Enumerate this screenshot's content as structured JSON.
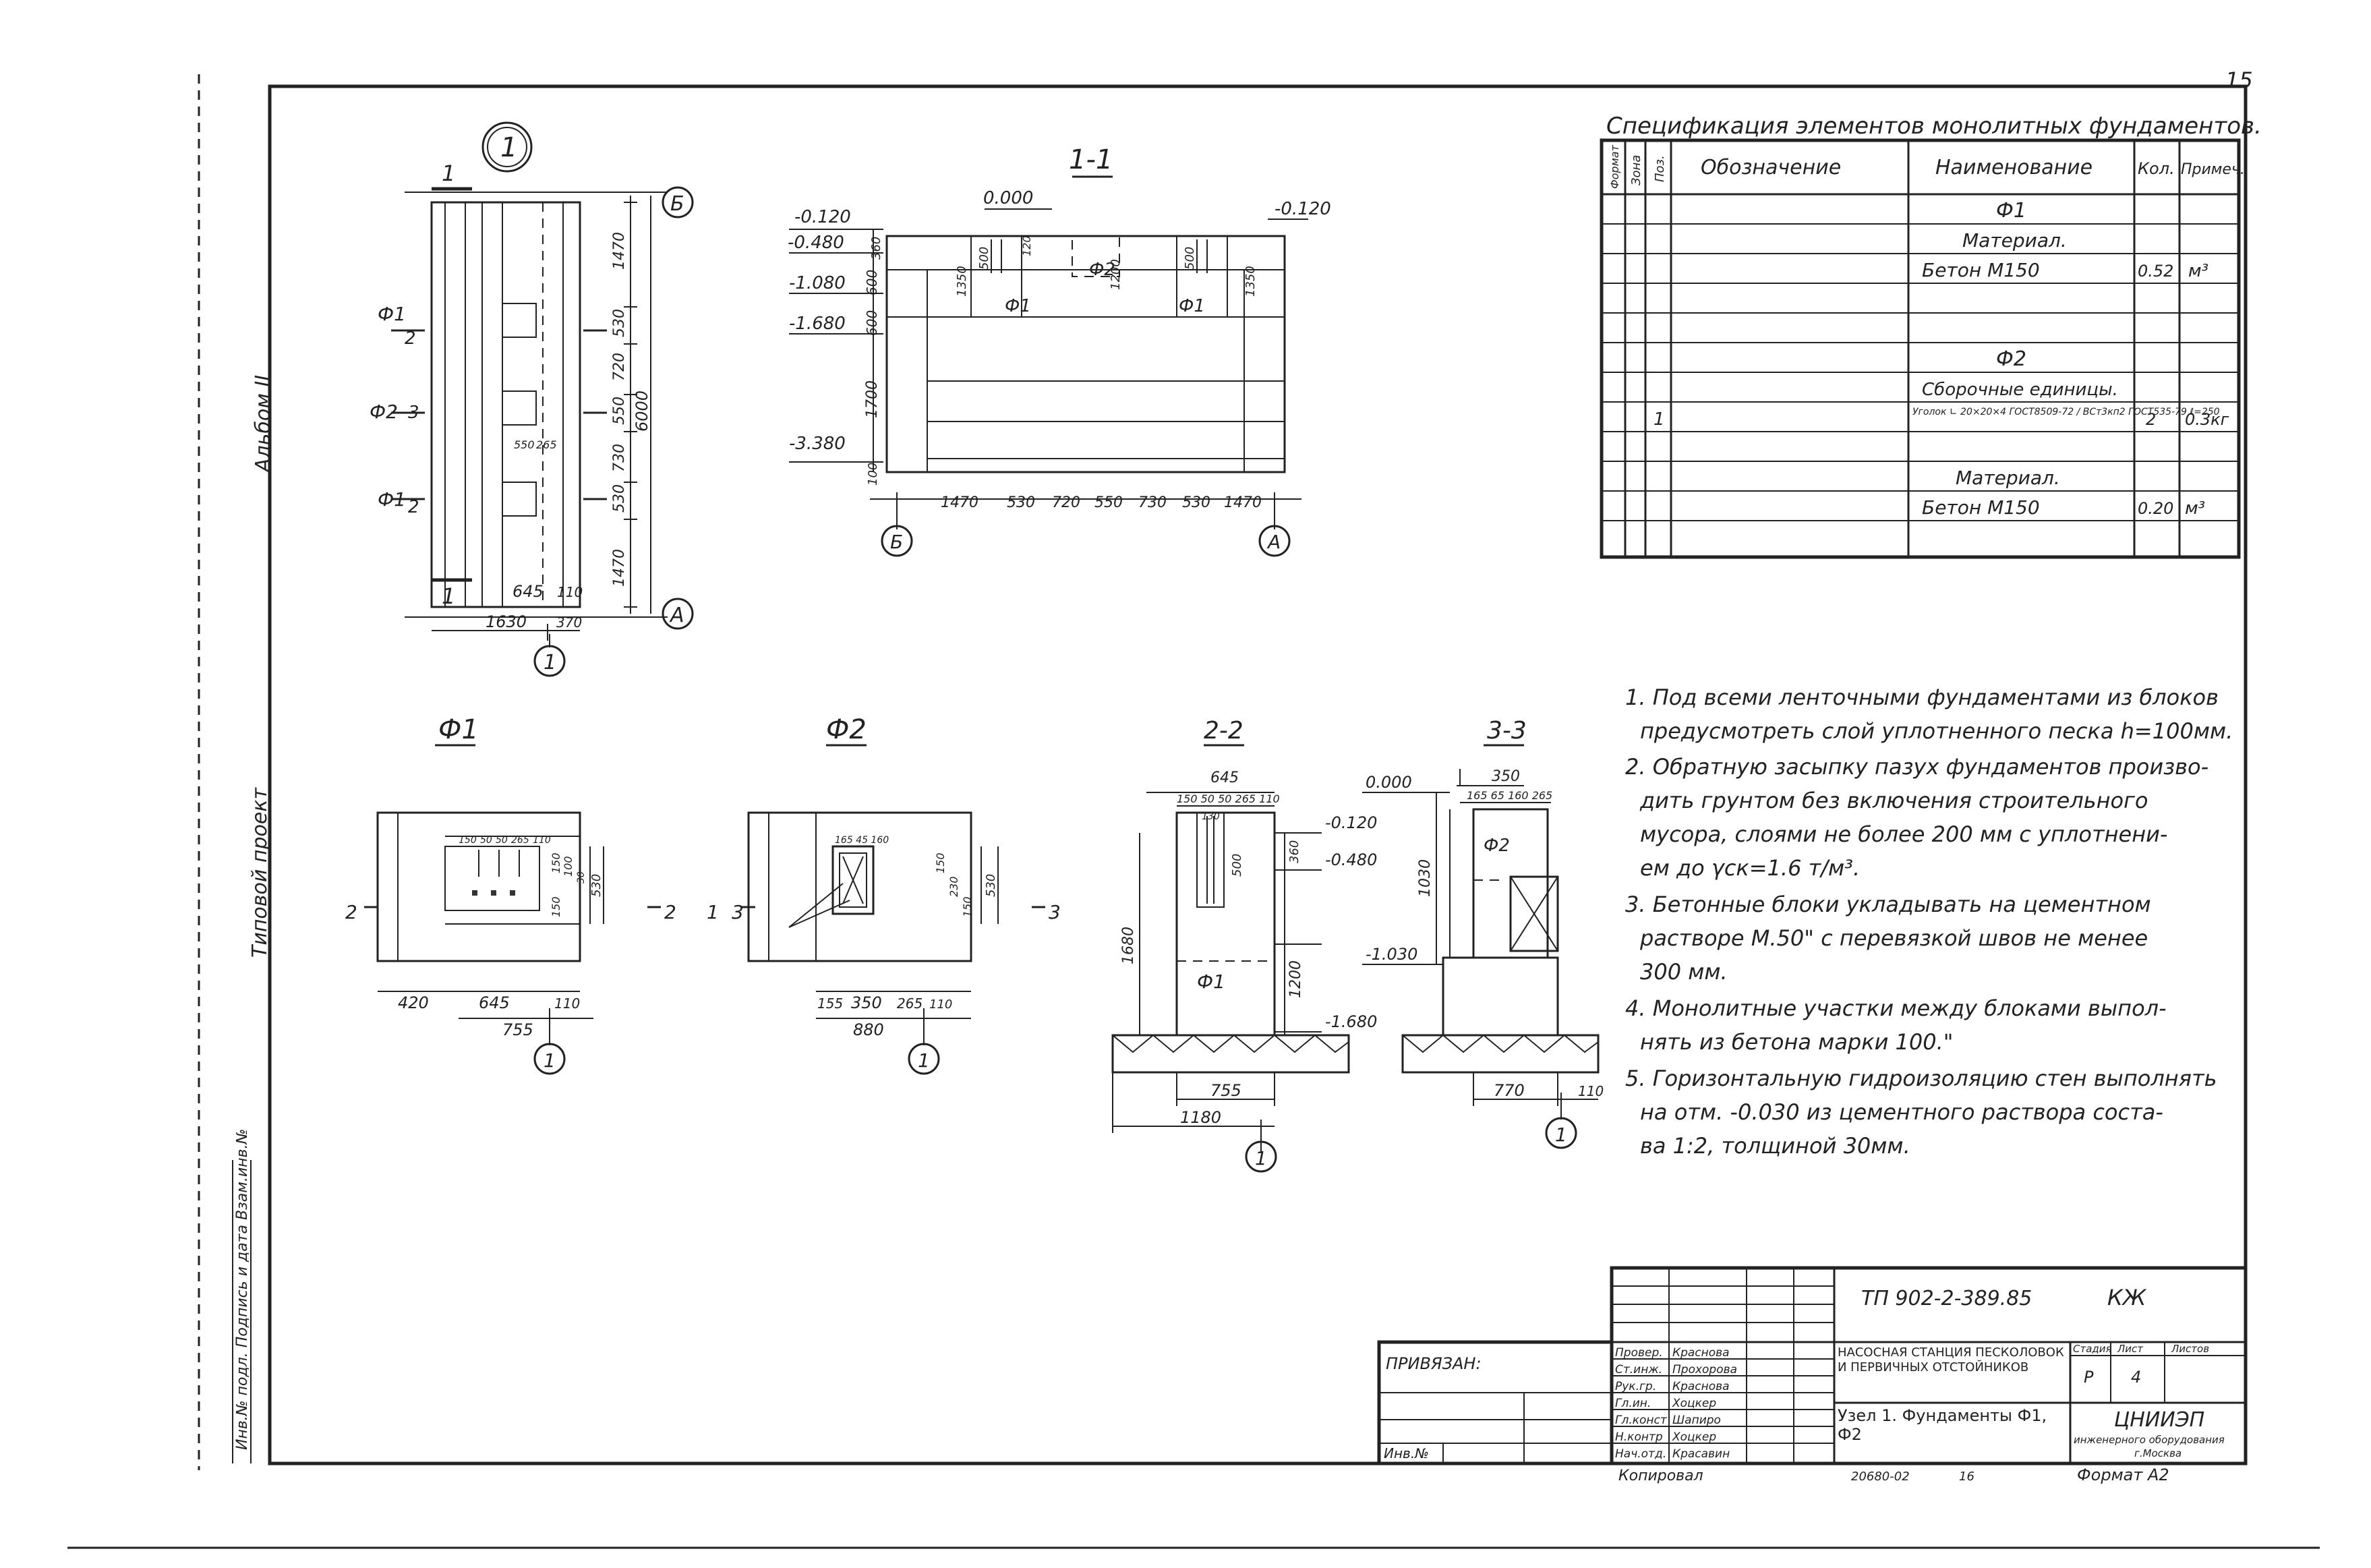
{
  "sheet": {
    "page_number": "15",
    "left_margin_labels": [
      "Альбом II",
      "Типовой проект",
      "Инв.№ подл. Подпись и дата Взам.инв.№"
    ]
  },
  "plan": {
    "marker": "1",
    "section_mark": "1",
    "axis_top": "Б",
    "axis_bottom": "А",
    "axis_col": "1",
    "labels": [
      "Ф1",
      "2",
      "Ф2",
      "3",
      "Ф1",
      "2"
    ],
    "right_dims": [
      "1470",
      "530",
      "720",
      "550",
      "730",
      "530",
      "1470"
    ],
    "total": "6000",
    "small_dims": [
      "550",
      "265"
    ],
    "bottom_dims": [
      "645",
      "110"
    ],
    "overall_dims": [
      "1630",
      "370"
    ]
  },
  "section11": {
    "title": "1-1",
    "levels": [
      "-0.120",
      "-0.480",
      "-1.080",
      "-1.680",
      "-3.380"
    ],
    "top_level": "0.000",
    "right_level": "-0.120",
    "vert_dims": [
      "360",
      "600",
      "600",
      "1700",
      "100"
    ],
    "inner_dims": [
      "1350",
      "500",
      "120",
      "1200",
      "500",
      "1350"
    ],
    "labels": [
      "Ф1",
      "Ф2",
      "Ф1"
    ],
    "bottom_dims": [
      "1470",
      "530",
      "720",
      "550",
      "730",
      "530",
      "1470"
    ],
    "axis_left": "Б",
    "axis_right": "А"
  },
  "f1": {
    "title": "Ф1",
    "top_dims": [
      "150",
      "50",
      "50",
      "265",
      "110"
    ],
    "right_dims": [
      "150",
      "100",
      "150",
      "530",
      "30"
    ],
    "bottom_dims": [
      "420",
      "645",
      "110"
    ],
    "total": "755",
    "cut": "2",
    "axis": "1"
  },
  "f2": {
    "title": "Ф2",
    "top_dims": "165 45 160",
    "right_dims": [
      "150",
      "230",
      "150",
      "530"
    ],
    "bottom_dims": [
      "155",
      "350",
      "265",
      "110"
    ],
    "total": "880",
    "cut": "3",
    "side_label": "1",
    "axis": "1"
  },
  "section22": {
    "title": "2-2",
    "top_dim": "645",
    "sub_dims": "150 50 50 265 110",
    "small": "130",
    "levels": [
      "-0.120",
      "-0.480",
      "-1.680"
    ],
    "vert_dims": [
      "1680",
      "500",
      "360",
      "1200"
    ],
    "label": "Ф1",
    "bottom_dims": [
      "755",
      "1180"
    ],
    "axis": "1"
  },
  "section33": {
    "title": "3-3",
    "top_dim": "350",
    "sub_dims": "165 65 160 265",
    "levels": [
      "0.000",
      "-1.030"
    ],
    "vert_dim": "1030",
    "label": "Ф2",
    "bottom_dims": [
      "770",
      "110"
    ],
    "axis": "1"
  },
  "spec": {
    "title": "Спецификация элементов монолитных фундаментов.",
    "headers": [
      "Формат",
      "Зона",
      "Поз.",
      "Обозначение",
      "Наименование",
      "Кол.",
      "Примеч."
    ],
    "rows": [
      {
        "pos": "",
        "name": "Ф1",
        "qty": "",
        "note": ""
      },
      {
        "pos": "",
        "name": "Материал.",
        "qty": "",
        "note": ""
      },
      {
        "pos": "",
        "name": "Бетон М150",
        "qty": "0.52",
        "note": "м³"
      },
      {
        "pos": "",
        "name": "",
        "qty": "",
        "note": ""
      },
      {
        "pos": "",
        "name": "",
        "qty": "",
        "note": ""
      },
      {
        "pos": "",
        "name": "Ф2",
        "qty": "",
        "note": ""
      },
      {
        "pos": "",
        "name": "Сборочные единицы.",
        "qty": "",
        "note": ""
      },
      {
        "pos": "1",
        "name": "Уголок ∟ 20×20×4 ГОСТ8509-72 / ВСт3кп2 ГОСТ535-79 ℓ=250",
        "qty": "2",
        "note": "0.3кг"
      },
      {
        "pos": "",
        "name": "",
        "qty": "",
        "note": ""
      },
      {
        "pos": "",
        "name": "Материал.",
        "qty": "",
        "note": ""
      },
      {
        "pos": "",
        "name": "Бетон М150",
        "qty": "0.20",
        "note": "м³"
      },
      {
        "pos": "",
        "name": "",
        "qty": "",
        "note": ""
      }
    ]
  },
  "notes": [
    "1. Под всеми ленточными фундаментами из блоков",
    "предусмотреть слой уплотненного песка h=100мм.",
    "2. Обратную засыпку пазух фундаментов произво-",
    "дить грунтом без включения строительного",
    "мусора, слоями не более 200 мм с уплотнени-",
    "ем до γск=1.6 т/м³.",
    "3. Бетонные блоки укладывать на цементном",
    "растворе М.50\" с перевязкой швов не менее",
    "300 мм.",
    "4. Монолитные участки между блоками выпол-",
    "нять из бетона марки 100.\"",
    "5. Горизонтальную гидроизоляцию стен выполнять",
    "на отм. -0.030 из цементного раствора соста-",
    "ва 1:2, толщиной 30мм."
  ],
  "title_block": {
    "doc_number": "ТП 902-2-389.85",
    "code": "КЖ",
    "privyazan": "ПРИВЯЗАН:",
    "inv": "Инв.№",
    "roles": [
      "Провер.",
      "Ст.инж.",
      "Рук.гр.",
      "Гл.ин.",
      "Гл.конст",
      "Н.контр",
      "Нач.отд."
    ],
    "names": [
      "Краснова",
      "Прохорова",
      "Краснова",
      "Хоцкер",
      "Шапиро",
      "Хоцкер",
      "Красавин"
    ],
    "project": "Насосная станция песколовок и первичных отстойников",
    "drawing": "Узел 1. Фундаменты Ф1, Ф2",
    "stage_h": "Стадия",
    "sheet_h": "Лист",
    "sheets_h": "Листов",
    "stage": "Р",
    "sheet": "4",
    "org1": "ЦНИИЭП",
    "org2": "инженерного оборудования",
    "org3": "г.Москва",
    "copied": "Копировал",
    "footer_code": "20680-02",
    "footer_num": "16",
    "format": "Формат А2"
  }
}
